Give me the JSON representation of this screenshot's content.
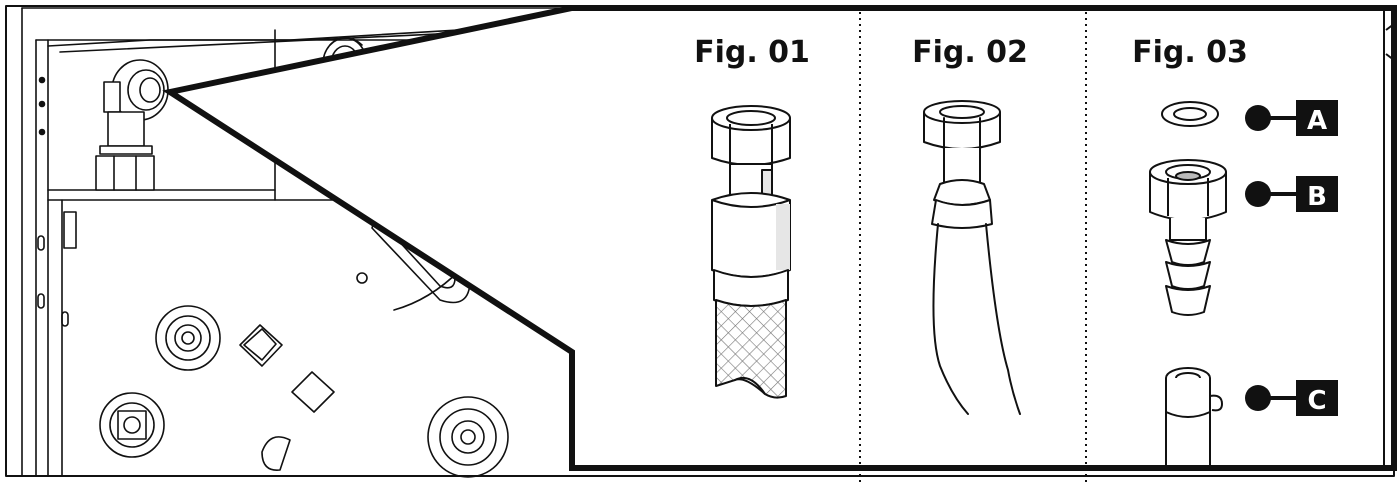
{
  "figures": [
    {
      "title": "Fig. 01"
    },
    {
      "title": "Fig. 02"
    },
    {
      "title": "Fig. 03"
    }
  ],
  "callouts": [
    {
      "letter": "A"
    },
    {
      "letter": "B"
    },
    {
      "letter": "C"
    }
  ],
  "colors": {
    "ink": "#111111",
    "paper": "#ffffff",
    "shade": "#e6e6e6",
    "mesh": "#cfcfcf"
  }
}
